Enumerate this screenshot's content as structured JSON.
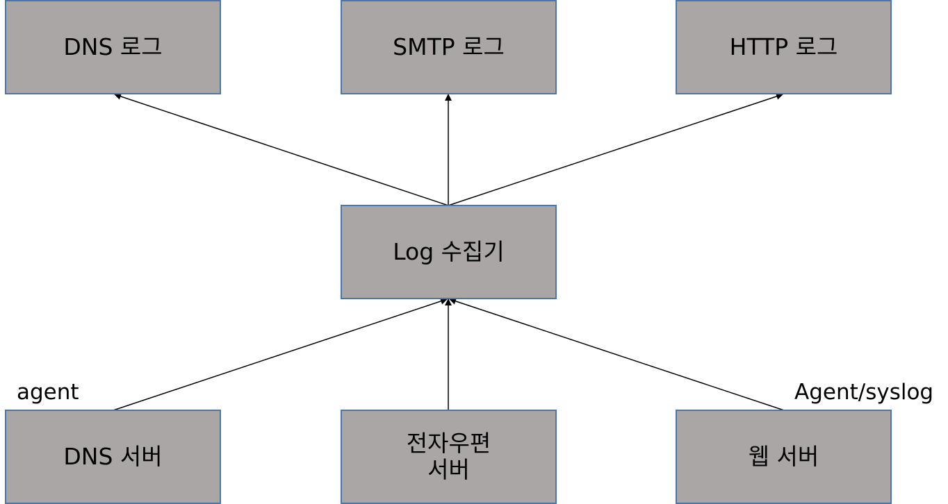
{
  "nodes": {
    "dns_log": {
      "label": "DNS 로그"
    },
    "smtp_log": {
      "label": "SMTP 로그"
    },
    "http_log": {
      "label": "HTTP 로그"
    },
    "collector": {
      "label": "Log 수집기"
    },
    "dns_server": {
      "label": "DNS 서버"
    },
    "mail_server": {
      "line1": "전자우편",
      "line2": "서버"
    },
    "web_server": {
      "label": "웹 서버"
    }
  },
  "annotations": {
    "agent": "agent",
    "agent_syslog": "Agent/syslog"
  },
  "colors": {
    "box_fill": "#aaa6a6",
    "box_border": "#4a76a8",
    "line": "#000000"
  }
}
